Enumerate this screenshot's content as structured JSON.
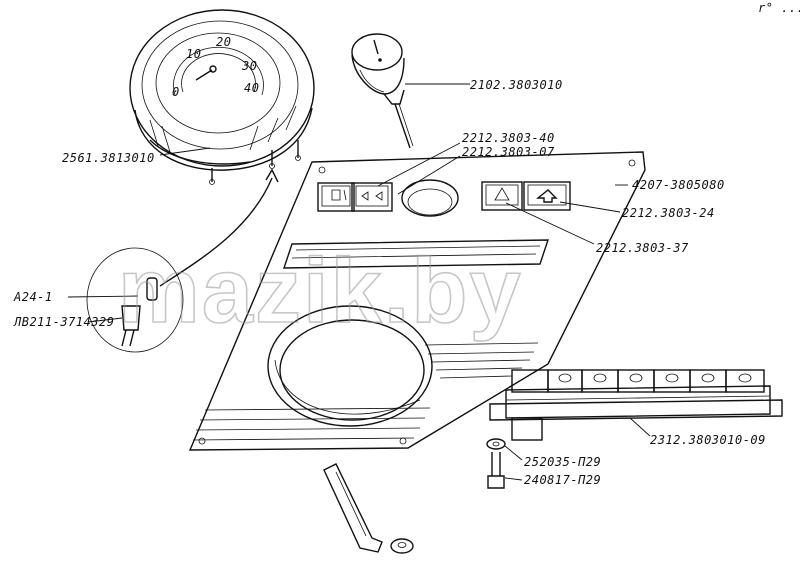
{
  "watermark": "mazik.by",
  "corner_mark": "r° ...",
  "labels": {
    "speedometer": "2561.3813010",
    "lamp_button": "2102.3803010",
    "switch_a": "2212.3803-40",
    "switch_b": "2212.3803-07",
    "panel": "4207-3805080",
    "switch_c": "2212.3803-24",
    "switch_d": "2212.3803-37",
    "bulb": "A24-1",
    "bulb_socket": "ЛВ211-3714329",
    "switch_block": "2312.3803010-09",
    "washer": "252035-П29",
    "bolt": "240817-П29"
  },
  "gauge_ticks": [
    "0",
    "10",
    "20",
    "30",
    "40"
  ]
}
